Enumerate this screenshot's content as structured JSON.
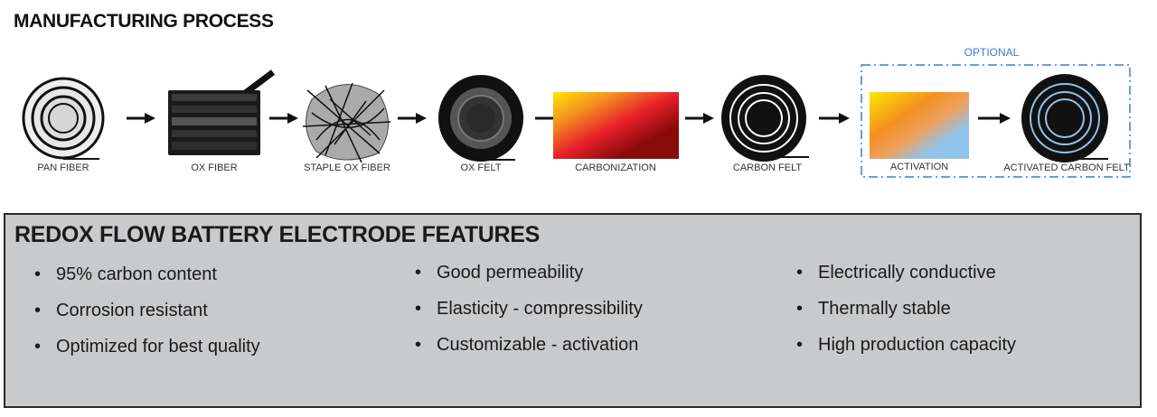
{
  "title": "MANUFACTURING PROCESS",
  "optional_label": "OPTIONAL",
  "steps": [
    {
      "label": "PAN FIBER"
    },
    {
      "label": "OX FIBER"
    },
    {
      "label": "STAPLE OX FIBER"
    },
    {
      "label": "OX FELT"
    },
    {
      "label": "CARBONIZATION"
    },
    {
      "label": "CARBON FELT"
    },
    {
      "label": "ACTIVATION"
    },
    {
      "label": "ACTIVATED CARBON FELT"
    }
  ],
  "colors": {
    "optional_blue": "#3a7bd5",
    "panel_bg": "#c9cacc",
    "activation_blue": "#8fc3ea"
  },
  "features": {
    "title": "REDOX FLOW BATTERY ELECTRODE FEATURES",
    "columns": [
      [
        "95% carbon content",
        "Corrosion resistant",
        "Optimized for best quality"
      ],
      [
        "Good permeability",
        "Elasticity - compressibility",
        "Customizable - activation"
      ],
      [
        "Electrically conductive",
        "Thermally stable",
        "High production capacity"
      ]
    ]
  }
}
